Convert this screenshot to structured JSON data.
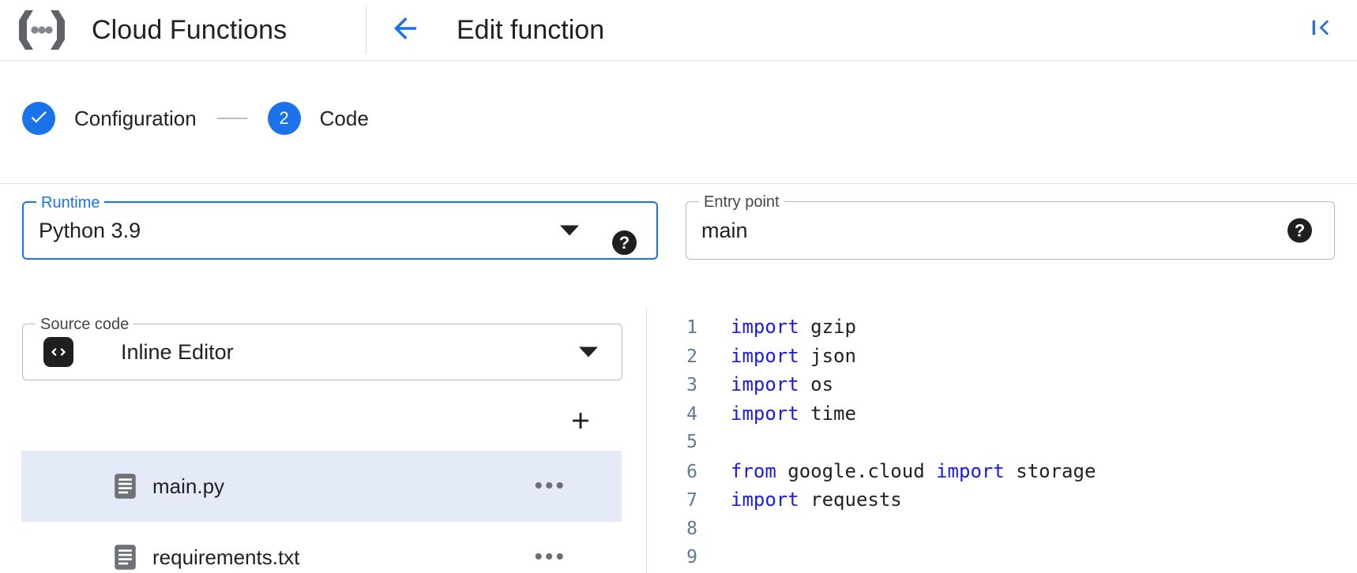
{
  "header": {
    "brand_title": "Cloud Functions",
    "brand_logo_icon": "cloud-functions-logo",
    "back_icon": "arrow-left-icon",
    "page_heading": "Edit function",
    "collapse_icon": "collapse-panel-left-icon"
  },
  "stepper": {
    "steps": [
      {
        "label": "Configuration",
        "marker": "✓",
        "state": "completed"
      },
      {
        "label": "Code",
        "marker": "2",
        "state": "active"
      }
    ],
    "connector": "—"
  },
  "form": {
    "runtime": {
      "label": "Runtime",
      "value": "Python 3.9",
      "caret_icon": "chevron-down-icon",
      "help_icon": "help-icon",
      "help_glyph": "?",
      "focused": true
    },
    "entry_point": {
      "label": "Entry point",
      "value": "main",
      "help_icon": "help-icon",
      "help_glyph": "?",
      "focused": false
    },
    "source_code": {
      "label": "Source code",
      "value": "Inline Editor",
      "badge_icon": "code-brackets-icon",
      "caret_icon": "chevron-down-icon"
    }
  },
  "files": {
    "add_button_icon": "plus-icon",
    "menu_glyph": "•••",
    "items": [
      {
        "name": "main.py",
        "icon": "file-icon",
        "selected": true,
        "menu_label": "more-options"
      },
      {
        "name": "requirements.txt",
        "icon": "file-icon",
        "selected": false,
        "menu_label": "more-options"
      }
    ]
  },
  "editor": {
    "language": "python",
    "lines": [
      {
        "num": "1",
        "tokens": [
          {
            "t": "import",
            "k": true
          },
          {
            "t": " gzip",
            "k": false
          }
        ]
      },
      {
        "num": "2",
        "tokens": [
          {
            "t": "import",
            "k": true
          },
          {
            "t": " json",
            "k": false
          }
        ]
      },
      {
        "num": "3",
        "tokens": [
          {
            "t": "import",
            "k": true
          },
          {
            "t": " os",
            "k": false
          }
        ]
      },
      {
        "num": "4",
        "tokens": [
          {
            "t": "import",
            "k": true
          },
          {
            "t": " time",
            "k": false
          }
        ]
      },
      {
        "num": "5",
        "tokens": []
      },
      {
        "num": "6",
        "tokens": [
          {
            "t": "from",
            "k": true
          },
          {
            "t": " google.cloud ",
            "k": false
          },
          {
            "t": "import",
            "k": true
          },
          {
            "t": " storage",
            "k": false
          }
        ]
      },
      {
        "num": "7",
        "tokens": [
          {
            "t": "import",
            "k": true
          },
          {
            "t": " requests",
            "k": false
          }
        ]
      },
      {
        "num": "8",
        "tokens": []
      },
      {
        "num": "9",
        "tokens": []
      }
    ]
  },
  "colors": {
    "accent_blue": "#1a73e8",
    "keyword_blue": "#1a1ae5",
    "line_number": "#5c7a99",
    "selected_row": "#e4eaf8",
    "border_gray": "#b5b7ba",
    "text_primary": "#202124"
  }
}
